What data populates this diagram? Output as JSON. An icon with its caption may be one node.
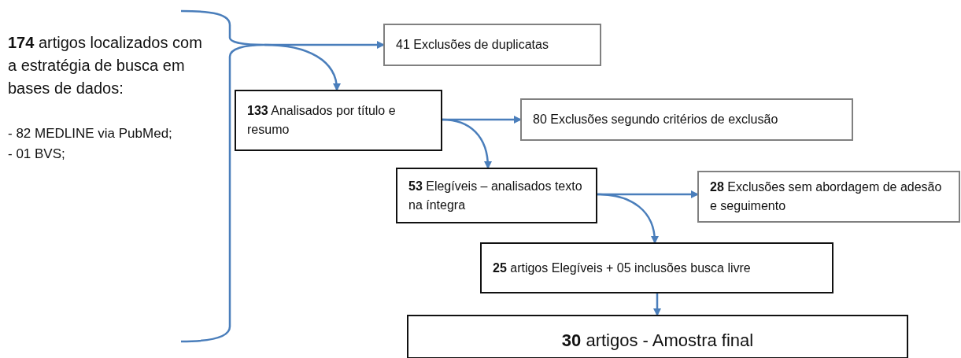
{
  "diagram": {
    "nodes": [
      {
        "text": [
          "**174** artigos localizados com a estratégia de busca em bases de dados:",
          "- 82 MEDLINE via PubMed;",
          "- 01 BVS;"
        ]
      },
      {
        "text": [
          "41 Exclusões de duplicatas"
        ]
      },
      {
        "text": [
          "**133** Analisados por título e resumo"
        ]
      },
      {
        "text": [
          "80 Exclusões segundo critérios de exclusão"
        ]
      },
      {
        "text": [
          "**53** Elegíveis – analisados texto na íntegra"
        ]
      },
      {
        "text": [
          "**28** Exclusões sem abordagem de adesão e seguimento"
        ]
      },
      {
        "text": [
          "**25** artigos Elegíveis + 05 inclusões busca livre"
        ]
      },
      {
        "text": [
          "**30** artigos - Amostra final"
        ]
      }
    ],
    "edges": [
      {
        "from": 0,
        "to": 1,
        "arrow": "to"
      },
      {
        "from": 0,
        "to": 2,
        "arrow": "to"
      },
      {
        "from": 2,
        "to": 3,
        "arrow": "to"
      },
      {
        "from": 2,
        "to": 4,
        "arrow": "to"
      },
      {
        "from": 4,
        "to": 5,
        "arrow": "to"
      },
      {
        "from": 4,
        "to": 6,
        "arrow": "to"
      },
      {
        "from": 6,
        "to": 7,
        "arrow": "to"
      }
    ]
  }
}
